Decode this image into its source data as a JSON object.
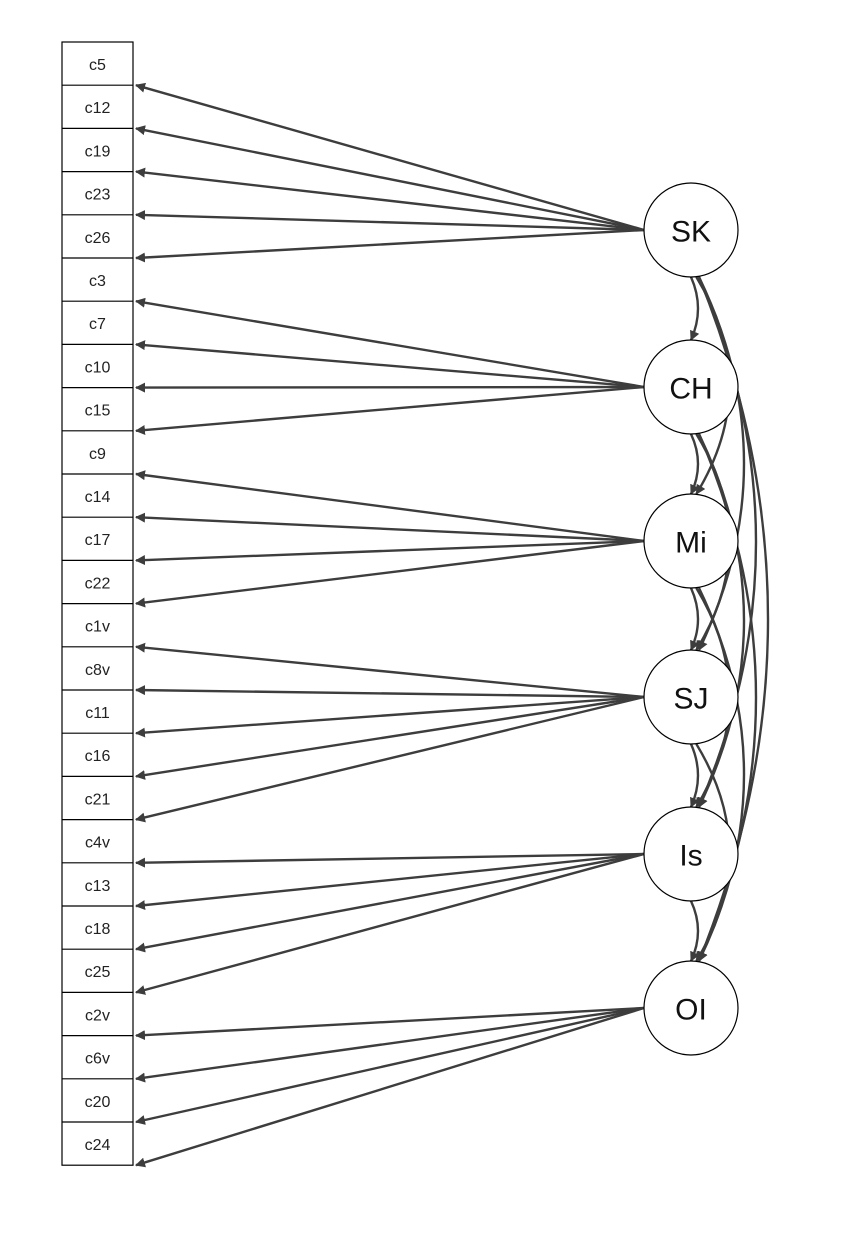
{
  "colors": {
    "edge": "#3d3d3d",
    "node_stroke": "#000000",
    "text": "#222222"
  },
  "indicators": [
    "c5",
    "c12",
    "c19",
    "c23",
    "c26",
    "c3",
    "c7",
    "c10",
    "c15",
    "c9",
    "c14",
    "c17",
    "c22",
    "c1v",
    "c8v",
    "c11",
    "c16",
    "c21",
    "c4v",
    "c13",
    "c18",
    "c25",
    "c2v",
    "c6v",
    "c20",
    "c24"
  ],
  "factors": [
    {
      "id": "SK",
      "label": "SK",
      "indicators": [
        "c5",
        "c12",
        "c19",
        "c23",
        "c26"
      ]
    },
    {
      "id": "CH",
      "label": "CH",
      "indicators": [
        "c3",
        "c7",
        "c10",
        "c15"
      ]
    },
    {
      "id": "Mi",
      "label": "Mi",
      "indicators": [
        "c9",
        "c14",
        "c17",
        "c22"
      ]
    },
    {
      "id": "SJ",
      "label": "SJ",
      "indicators": [
        "c1v",
        "c8v",
        "c11",
        "c16",
        "c21"
      ]
    },
    {
      "id": "Is",
      "label": "Is",
      "indicators": [
        "c4v",
        "c13",
        "c18",
        "c25"
      ]
    },
    {
      "id": "OI",
      "label": "OI",
      "indicators": [
        "c2v",
        "c6v",
        "c20",
        "c24"
      ]
    }
  ],
  "correlations": [
    [
      "SK",
      "CH"
    ],
    [
      "SK",
      "Mi"
    ],
    [
      "SK",
      "SJ"
    ],
    [
      "SK",
      "Is"
    ],
    [
      "SK",
      "OI"
    ],
    [
      "CH",
      "Mi"
    ],
    [
      "CH",
      "SJ"
    ],
    [
      "CH",
      "Is"
    ],
    [
      "CH",
      "OI"
    ],
    [
      "Mi",
      "SJ"
    ],
    [
      "Mi",
      "Is"
    ],
    [
      "Mi",
      "OI"
    ],
    [
      "SJ",
      "Is"
    ],
    [
      "SJ",
      "OI"
    ],
    [
      "Is",
      "OI"
    ]
  ]
}
